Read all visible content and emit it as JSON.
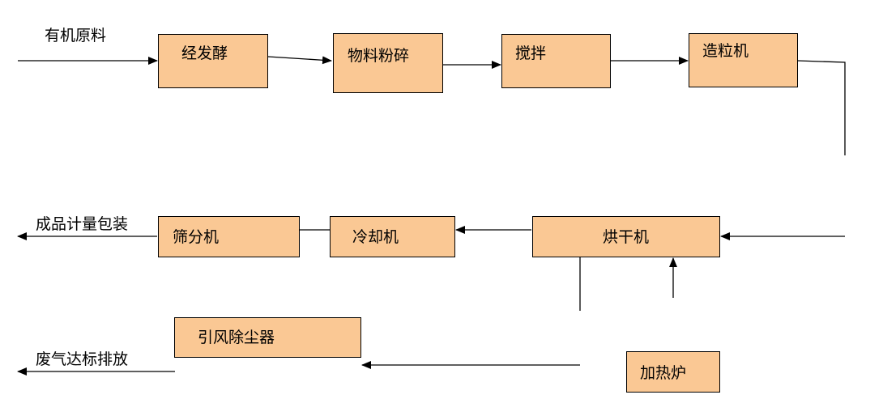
{
  "colors": {
    "box_fill": "#fac894",
    "line": "#000000",
    "background": "#ffffff"
  },
  "input_label": "有机原料",
  "output_product_label": "成品计量包装",
  "output_exhaust_label": "废气达标排放",
  "steps": {
    "fermentation": "经发酵",
    "crushing": "物料粉碎",
    "mixing": "搅拌",
    "granulator": "造粒机",
    "dryer": "烘干机",
    "cooler": "冷却机",
    "screener": "筛分机",
    "dust_collector": "引风除尘器",
    "heating_furnace": "加热炉"
  }
}
